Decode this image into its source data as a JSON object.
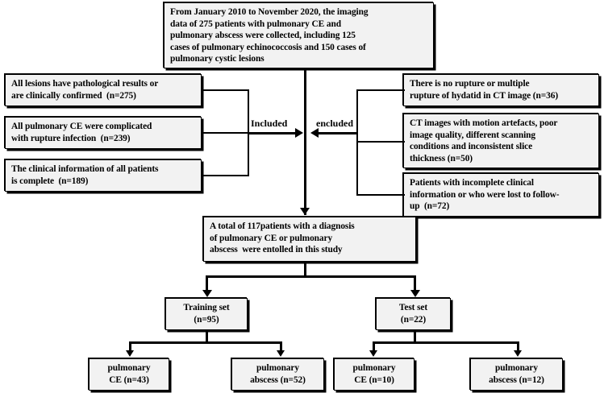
{
  "figure": {
    "type": "flowchart",
    "title": "Patient selection flowchart"
  },
  "nodes": {
    "source": {
      "id": "source-cohort-box",
      "lines": [
        "From January 2010 to November 2020, the imaging",
        "data of 275 patients with pulmonary CE and",
        "pulmonary abscess were collected, including 125",
        "cases of pulmonary echinococcosis and 150 cases of",
        "pulmonary cystic lesions"
      ]
    },
    "inclusion": [
      {
        "id": "inclusion-criterion-1",
        "lines": [
          "All lesions have pathological results or",
          "are clinically confirmed  (n=275)"
        ],
        "n": 275
      },
      {
        "id": "inclusion-criterion-2",
        "lines": [
          "All pulmonary CE were complicated",
          "with rupture infection  (n=239)"
        ],
        "n": 239
      },
      {
        "id": "inclusion-criterion-3",
        "lines": [
          "The clinical information of all patients",
          "is complete  (n=189)"
        ],
        "n": 189
      }
    ],
    "exclusion": [
      {
        "id": "exclusion-criterion-1",
        "lines": [
          "There is no rupture or multiple",
          "rupture of hydatid in CT image (n=36)"
        ],
        "n": 36
      },
      {
        "id": "exclusion-criterion-2",
        "lines": [
          "CT images with motion artefacts, poor",
          "image quality, different scanning",
          "conditions and inconsistent slice",
          "thickness (n=50)"
        ],
        "n": 50
      },
      {
        "id": "exclusion-criterion-3",
        "lines": [
          "Patients with incomplete clinical",
          "information or who were lost to follow-",
          "up  (n=72)"
        ],
        "n": 72
      }
    ],
    "enrolled": {
      "id": "enrolled-cohort-box",
      "lines": [
        "A total of 117patients with a diagnosis",
        "of pulmonary CE or pulmonary",
        "abscess  were entolled in this study"
      ],
      "n": 117
    },
    "splits": [
      {
        "id": "training-set-box",
        "lines": [
          "Training set",
          "(n=95)"
        ],
        "n": 95
      },
      {
        "id": "test-set-box",
        "lines": [
          "Test set",
          "(n=22)"
        ],
        "n": 22
      }
    ],
    "leaves": [
      {
        "id": "training-pulmonary-ce-box",
        "lines": [
          "pulmonary",
          "CE (n=43)"
        ],
        "n": 43
      },
      {
        "id": "training-pulmonary-abscess-box",
        "lines": [
          "pulmonary",
          "abscess (n=52)"
        ],
        "n": 52
      },
      {
        "id": "test-pulmonary-ce-box",
        "lines": [
          "pulmonary",
          "CE (n=10)"
        ],
        "n": 10
      },
      {
        "id": "test-pulmonary-abscess-box",
        "lines": [
          "pulmonary",
          "abscess (n=12)"
        ],
        "n": 12
      }
    ]
  },
  "edge_labels": {
    "included": "Included",
    "excluded": "encluded"
  },
  "colors": {
    "stroke": "#000000",
    "box_fill": "#f2f2f2",
    "background": "#ffffff",
    "text": "#000000"
  }
}
